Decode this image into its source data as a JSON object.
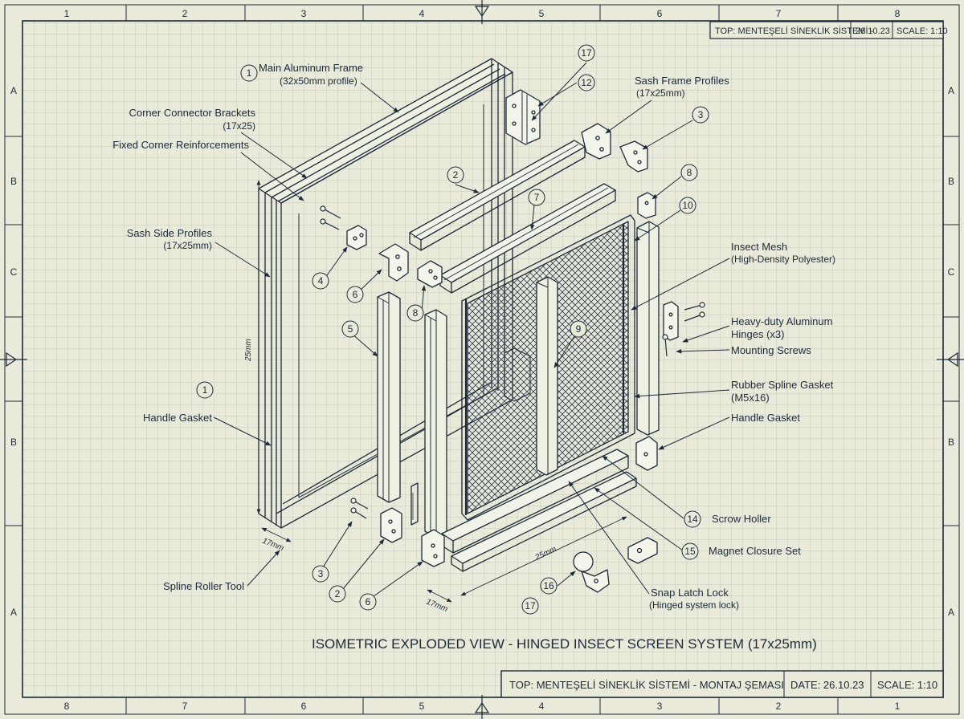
{
  "title_block_top": {
    "title": "TOP: MENTEŞELİ SİNEKLİK SİSTEMİ -",
    "date": "26.10.23",
    "scale": "SCALE: 1:10"
  },
  "title_block_bottom": {
    "title": "TOP: MENTEŞELİ SİNEKLİK SİSTEMİ - MONTAJ ŞEMASI",
    "date": "DATE: 26.10.23",
    "scale": "SCALE: 1:10"
  },
  "main_title": "ISOMETRIC EXPLODED VIEW - HINGED INSECT SCREEN SYSTEM (17x25mm)",
  "zones": {
    "top": [
      "1",
      "2",
      "3",
      "4",
      "5",
      "6",
      "7",
      "8"
    ],
    "bottom": [
      "8",
      "7",
      "6",
      "5",
      "4",
      "3",
      "2",
      "1"
    ],
    "left": [
      "A",
      "B",
      "C",
      "B",
      "A"
    ],
    "right": [
      "A",
      "B",
      "C",
      "B",
      "A"
    ]
  },
  "labels": {
    "main_frame": "Main Aluminum Frame",
    "main_frame_sub": "(32x50mm profile)",
    "corner_connector": "Corner Connector Brackets",
    "corner_connector_sub": "(17x25)",
    "fixed_corner": "Fixed Corner Reinforcements",
    "sash_side": "Sash Side Profiles",
    "sash_side_sub": "(17x25mm)",
    "handle_gasket_left": "Handle Gasket",
    "spline_roller": "Spline Roller Tool",
    "sash_frame": "Sash Frame Profiles",
    "sash_frame_sub": "(17x25mm)",
    "insect_mesh": "Insect Mesh",
    "insect_mesh_sub": "(High-Density Polyester)",
    "hinges": "Heavy-duty Aluminum",
    "hinges_sub": "Hinges (x3)",
    "mounting_screws": "Mounting Screws",
    "rubber_spline": "Rubber Spline Gasket",
    "rubber_spline_sub": "(M5x16)",
    "handle_gasket_right": "Handle Gasket",
    "scrow_holler": "Scrow Holler",
    "magnet_closure": "Magnet Closure Set",
    "snap_latch": "Snap Latch Lock",
    "snap_latch_sub": "(Hinged system lock)"
  },
  "callouts": {
    "c1_top": "1",
    "c17_top": "17",
    "c12": "12",
    "c3_top": "3",
    "c2_top": "2",
    "c7": "7",
    "c8_right": "8",
    "c10": "10",
    "c4": "4",
    "c6_top": "6",
    "c8_mid": "8",
    "c5": "5",
    "c9": "9",
    "c1_mid": "1",
    "c3_bot": "3",
    "c2_bot": "2",
    "c6_bot": "6",
    "c16": "16",
    "c17_bot": "17",
    "c14": "14",
    "c15": "15"
  },
  "dimensions": {
    "height": "25mm",
    "frame_depth": "17mm",
    "sash_depth": "17mm",
    "sash_width": "25mm"
  }
}
